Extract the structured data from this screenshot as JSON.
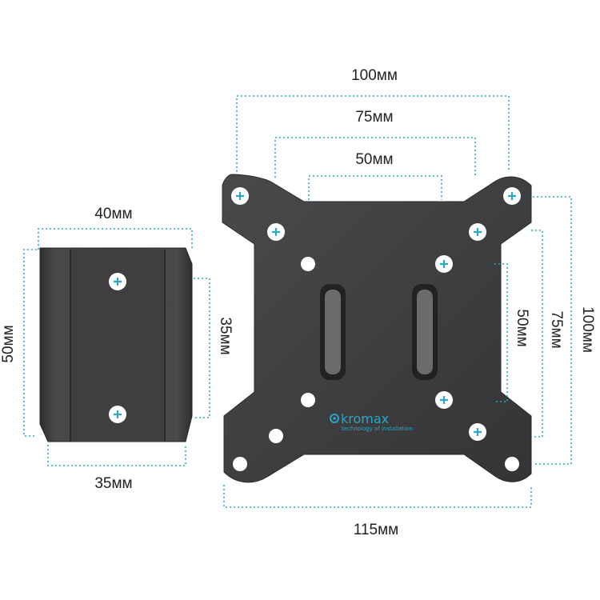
{
  "colors": {
    "dimension_line": "#2aa6c6",
    "metal_dark": "#3b3b3d",
    "metal_light": "#565659",
    "plus_sign": "#2aa6c6",
    "label_text": "#222222",
    "brand": "#2aa6c6",
    "background": "#ffffff"
  },
  "icons": {
    "plus_marker": "plus-icon",
    "brand_logo": "kromax-logo-icon"
  },
  "left_bracket": {
    "top_width": "40мм",
    "bottom_width": "35мм",
    "height_outer": "50мм",
    "height_holes": "35мм"
  },
  "right_plate": {
    "width_100": "100мм",
    "width_75": "75мм",
    "width_50": "50мм",
    "width_bottom": "115мм",
    "height_50": "50мм",
    "height_75": "75мм",
    "height_100": "100мм",
    "brand_name": "kromax",
    "brand_tagline": "technology of installation"
  }
}
